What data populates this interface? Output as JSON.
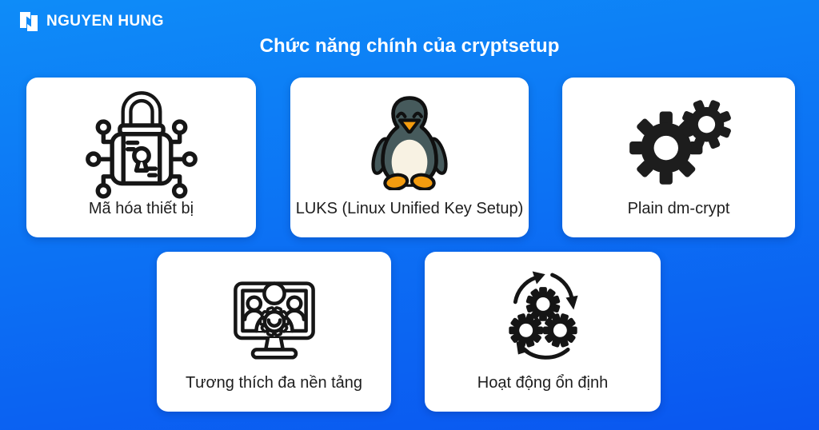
{
  "brand": {
    "name": "NGUYEN HUNG"
  },
  "title": "Chức năng chính của cryptsetup",
  "cards": [
    {
      "label": "Mã hóa thiết bị",
      "icon": "device-encryption-lock-icon"
    },
    {
      "label": "LUKS (Linux Unified Key Setup)",
      "icon": "tux-penguin-icon"
    },
    {
      "label": "Plain dm-crypt",
      "icon": "gears-icon"
    },
    {
      "label": "Tương thích đa nền tảng",
      "icon": "multi-platform-monitor-icon"
    },
    {
      "label": "Hoạt động ổn định",
      "icon": "stable-operation-cycle-icon"
    }
  ],
  "colors": {
    "bg_top": "#0E8CF8",
    "bg_bottom": "#0A56F0",
    "card_bg": "#FFFFFF",
    "label_text": "#1E1E1E",
    "title_text": "#FFFFFF",
    "icon_ink": "#161616",
    "tux_body": "#465A5C",
    "tux_belly": "#F8F2E3",
    "tux_orange": "#F49C0F"
  }
}
